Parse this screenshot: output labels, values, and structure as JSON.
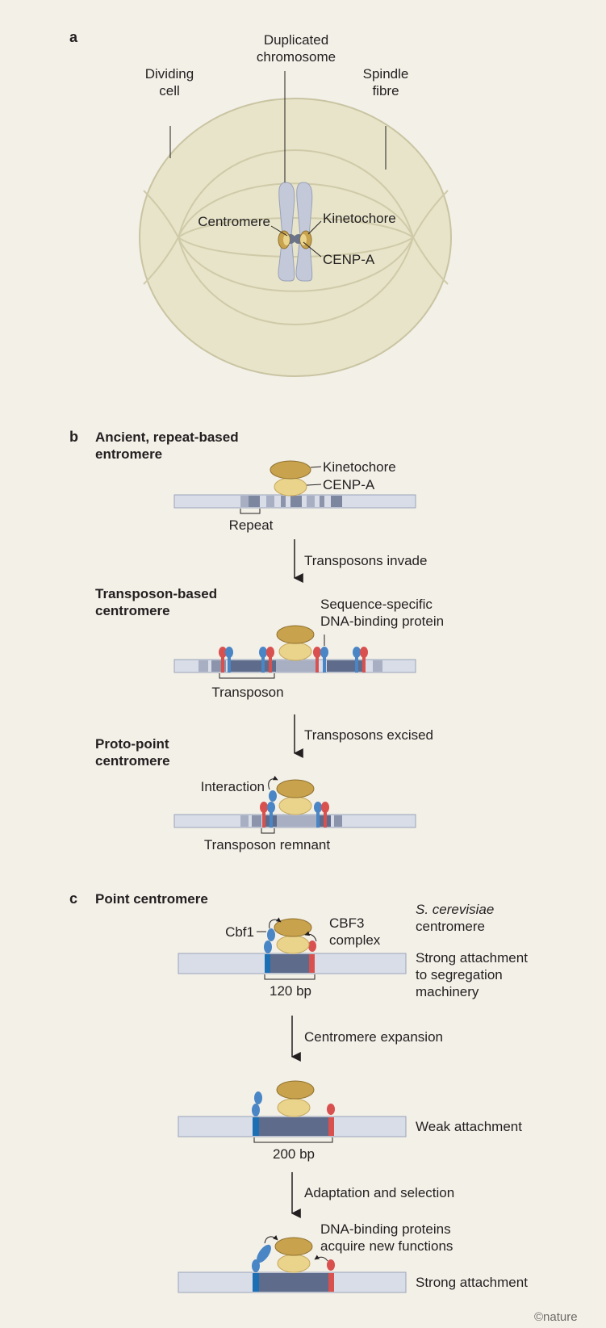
{
  "colors": {
    "background": "#f3f0e8",
    "cell_fill": "#e7e4c9",
    "cell_outline": "#c9c4a2",
    "spindle": "#cfcaa8",
    "chromosome": "#c4c9da",
    "kinetochore": "#c8a24c",
    "cenp_a": "#ead38b",
    "dna_light": "#d8dde8",
    "dna_dark": "#5e6b8a",
    "binding_blue": "#4a86c5",
    "binding_red": "#d9514f",
    "leader": "#231f20"
  },
  "icons": [
    "arrow-down-icon",
    "curved-arrow-icon"
  ],
  "panel_a": {
    "letter": "a",
    "labels": {
      "duplicated_chromosome": [
        "Duplicated",
        "chromosome"
      ],
      "dividing_cell": [
        "Dividing",
        "cell"
      ],
      "spindle_fibre": [
        "Spindle",
        "fibre"
      ],
      "centromere": "Centromere",
      "kinetochore": "Kinetochore",
      "cenp_a": "CENP-A"
    }
  },
  "panel_b": {
    "letter": "b",
    "stage1": {
      "heading": [
        "Ancient, repeat-based",
        "entromere"
      ],
      "kinetochore": "Kinetochore",
      "cenp_a": "CENP-A",
      "repeat": "Repeat"
    },
    "transition1": "Transposons invade",
    "stage2": {
      "heading": [
        "Transposon-based",
        "centromere"
      ],
      "protein": [
        "Sequence-specific",
        "DNA-binding protein"
      ],
      "transposon": "Transposon"
    },
    "transition2": "Transposons excised",
    "stage3": {
      "heading": [
        "Proto-point",
        "centromere"
      ],
      "interaction": "Interaction",
      "remnant": "Transposon remnant"
    }
  },
  "panel_c": {
    "letter": "c",
    "heading": "Point centromere",
    "organism": [
      "S. cerevisiae",
      "centromere"
    ],
    "cbf1": "Cbf1",
    "cbf3": [
      "CBF3",
      "complex"
    ],
    "strong1": [
      "Strong attachment",
      "to segregation",
      "machinery"
    ],
    "length1": "120 bp",
    "transition1": "Centromere expansion",
    "weak": "Weak attachment",
    "length2": "200 bp",
    "transition2": "Adaptation and selection",
    "new_functions": [
      "DNA-binding proteins",
      "acquire new functions"
    ],
    "strong2": "Strong attachment"
  },
  "credit": "©nature"
}
